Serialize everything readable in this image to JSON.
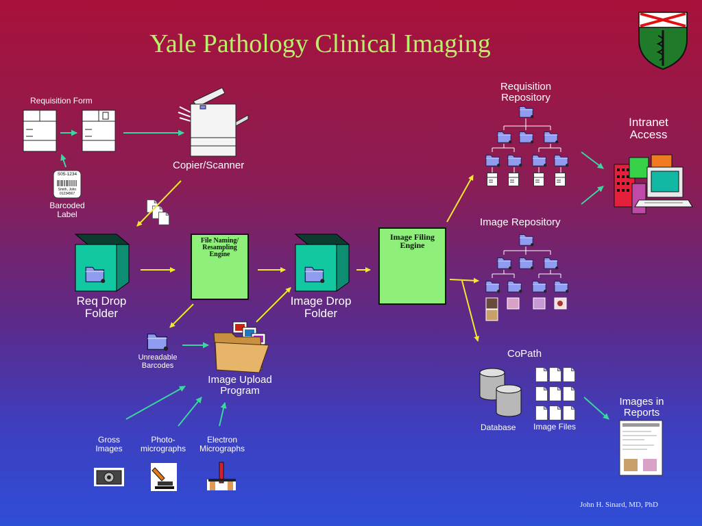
{
  "title": "Yale Pathology Clinical Imaging",
  "credit": "John H. Sinard, MD, PhD",
  "colors": {
    "title": "#b9f06a",
    "arrow_yellow": "#f2ea2c",
    "arrow_green": "#3cd6a0",
    "engine_bg": "#8ef07a"
  },
  "labels": {
    "requisition_form": "Requisition Form",
    "copier_scanner": "Copier/Scanner",
    "barcoded_label_1": "Barcoded",
    "barcoded_label_2": "Label",
    "barcode_case": "S05-1234",
    "barcode_name": "Smith, John",
    "barcode_number": "01234567",
    "req_drop_1": "Req Drop",
    "req_drop_2": "Folder",
    "file_naming_engine_1": "File Naming/",
    "file_naming_engine_2": "Resampling",
    "file_naming_engine_3": "Engine",
    "image_drop_1": "Image Drop",
    "image_drop_2": "Folder",
    "image_filing_engine_1": "Image Filing",
    "image_filing_engine_2": "Engine",
    "requisition_repository_1": "Requisition",
    "requisition_repository_2": "Repository",
    "image_repository": "Image Repository",
    "intranet_1": "Intranet",
    "intranet_2": "Access",
    "unreadable_1": "Unreadable",
    "unreadable_2": "Barcodes",
    "image_upload_1": "Image Upload",
    "image_upload_2": "Program",
    "gross_1": "Gross",
    "gross_2": "Images",
    "photo_1": "Photo-",
    "photo_2": "micrographs",
    "electron_1": "Electron",
    "electron_2": "Micrographs",
    "copath": "CoPath",
    "database": "Database",
    "image_files": "Image Files",
    "images_reports_1": "Images in",
    "images_reports_2": "Reports"
  },
  "icons": [
    "document-form-icon",
    "copier-icon",
    "barcode-icon",
    "documents-icon",
    "drop-box-icon",
    "engine-cycle-icon",
    "folder-icon",
    "folder-tree-icon",
    "building-icon",
    "computer-icon",
    "open-folder-icon",
    "camera-icon",
    "microscope-icon",
    "electron-microscope-icon",
    "database-icon",
    "file-icon",
    "report-icon"
  ]
}
